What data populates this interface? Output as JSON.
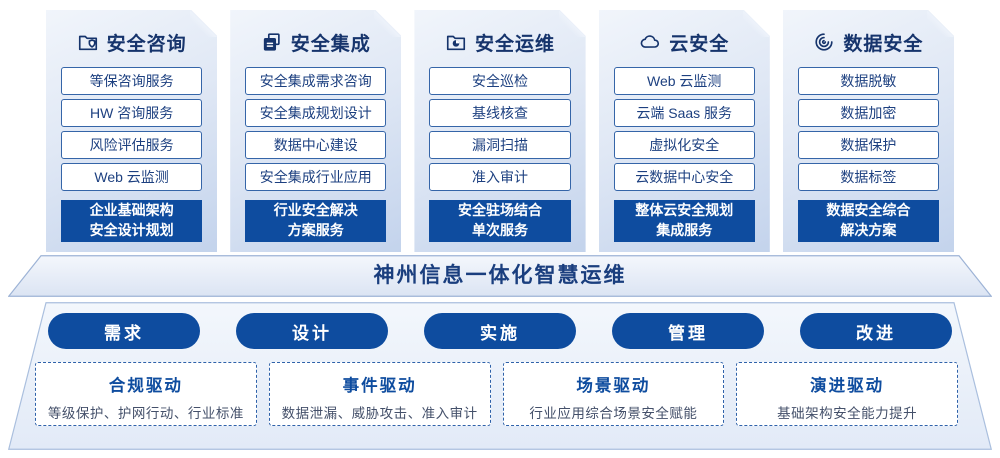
{
  "columns": [
    {
      "title": "安全咨询",
      "icon": "folder-shield-icon",
      "items": [
        "等保咨询服务",
        "HW 咨询服务",
        "风险评估服务",
        "Web 云监测"
      ],
      "footer_line1": "企业基础架构",
      "footer_line2": "安全设计规划"
    },
    {
      "title": "安全集成",
      "icon": "documents-icon",
      "items": [
        "安全集成需求咨询",
        "安全集成规划设计",
        "数据中心建设",
        "安全集成行业应用"
      ],
      "footer_line1": "行业安全解决",
      "footer_line2": "方案服务"
    },
    {
      "title": "安全运维",
      "icon": "folder-monitor-icon",
      "items": [
        "安全巡检",
        "基线核查",
        "漏洞扫描",
        "准入审计"
      ],
      "footer_line1": "安全驻场结合",
      "footer_line2": "单次服务"
    },
    {
      "title": "云安全",
      "icon": "cloud-icon",
      "items": [
        "Web 云监测",
        "云端 Saas 服务",
        "虚拟化安全",
        "云数据中心安全"
      ],
      "footer_line1": "整体云安全规划",
      "footer_line2": "集成服务"
    },
    {
      "title": "数据安全",
      "icon": "fingerprint-icon",
      "items": [
        "数据脱敏",
        "数据加密",
        "数据保护",
        "数据标签"
      ],
      "footer_line1": "数据安全综合",
      "footer_line2": "解决方案"
    }
  ],
  "banner": {
    "title": "神州信息一体化智慧运维"
  },
  "process_steps": [
    "需求",
    "设计",
    "实施",
    "管理",
    "改进"
  ],
  "drivers": [
    {
      "title": "合规驱动",
      "desc": "等级保护、护网行动、行业标准"
    },
    {
      "title": "事件驱动",
      "desc": "数据泄漏、威胁攻击、准入审计"
    },
    {
      "title": "场景驱动",
      "desc": "行业应用综合场景安全赋能"
    },
    {
      "title": "演进驱动",
      "desc": "基础架构安全能力提升"
    }
  ],
  "colors": {
    "primary_blue": "#0e4c9f",
    "navy_text": "#16346c",
    "item_border": "#3565a8",
    "item_text": "#1d4080",
    "dashed_border": "#2f62aa",
    "banner_border": "#9db3d6",
    "panel_border": "#aabfde",
    "card_gradient_top": "#f1f5fb",
    "card_gradient_bottom": "#c3d3ec",
    "driver_desc_text": "#44506a"
  }
}
